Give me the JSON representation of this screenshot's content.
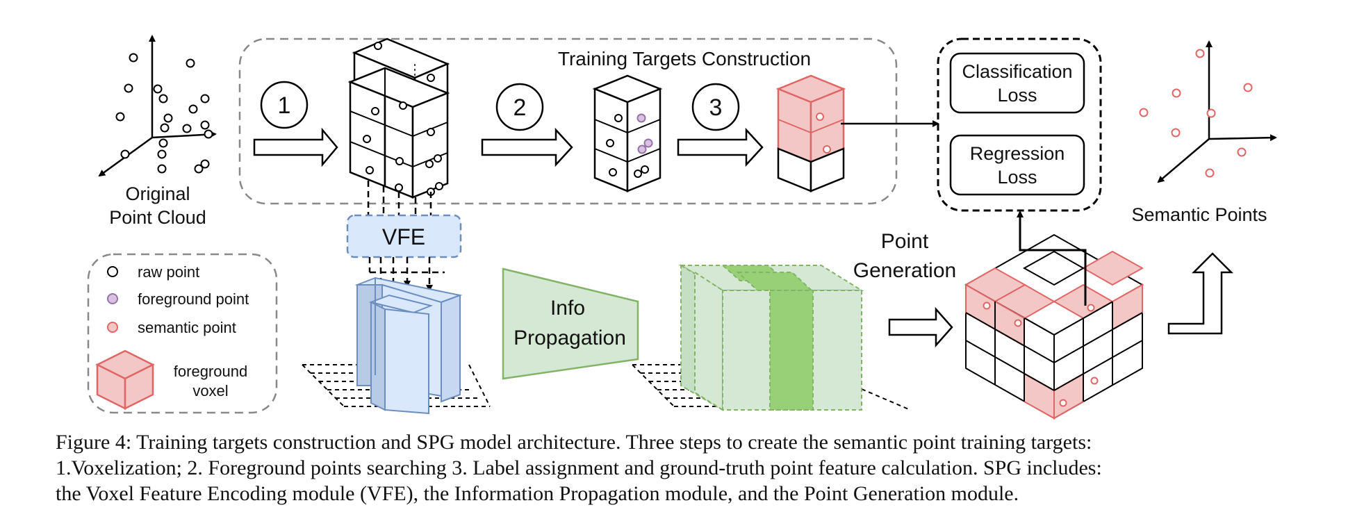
{
  "labels": {
    "original_point_cloud_line1": "Original",
    "original_point_cloud_line2": "Point Cloud",
    "training_targets_title": "Training Targets Construction",
    "step1": "1",
    "step2": "2",
    "step3": "3",
    "vfe": "VFE",
    "info_prop_line1": "Info",
    "info_prop_line2": "Propagation",
    "point_gen_line1": "Point",
    "point_gen_line2": "Generation",
    "classification_line1": "Classification",
    "classification_line2": "Loss",
    "regression_line1": "Regression",
    "regression_line2": "Loss",
    "semantic_points": "Semantic Points"
  },
  "legend": {
    "raw_point": "raw point",
    "foreground_point": "foreground point",
    "semantic_point": "semantic point",
    "foreground_voxel_line1": "foreground",
    "foreground_voxel_line2": "voxel"
  },
  "caption": {
    "line1": "Figure 4: Training targets construction and SPG model architecture. Three steps to create the semantic point training targets:",
    "line2": "1.Voxelization; 2. Foreground points searching 3. Label assignment and ground-truth point feature calculation. SPG includes:",
    "line3": "the Voxel Feature Encoding module (VFE), the Information Propagation module, and the Point Generation module."
  },
  "colors": {
    "semantic_red": "#e06666",
    "foreground_voxel_fill": "#f4c7c7",
    "foreground_purple": "#d9c2e0",
    "vfe_blue": "#dae8fc",
    "vfe_blue_stroke": "#6c8ebf",
    "info_green": "#d5e8d4",
    "info_green_stroke": "#82b366",
    "green_mid": "#97d077"
  }
}
